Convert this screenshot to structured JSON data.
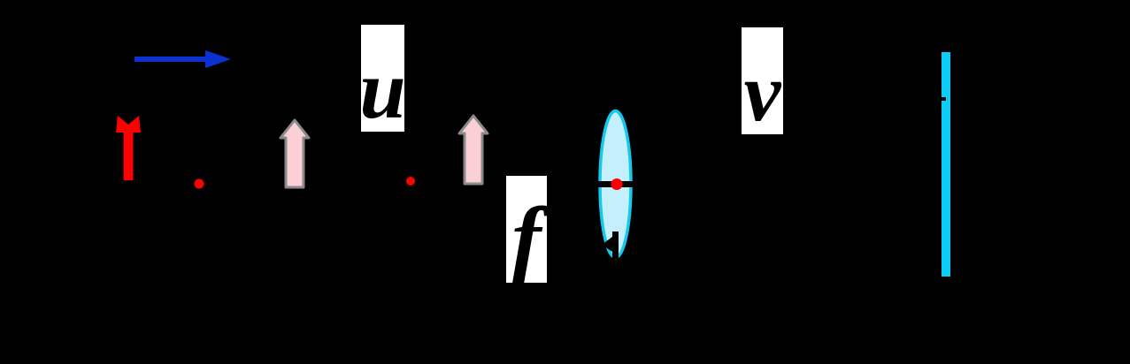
{
  "diagram": {
    "kind": "convex-lens-image-formation",
    "labels": {
      "u": "u",
      "f": "f",
      "v": "v"
    },
    "colors": {
      "background": "#000000",
      "object_arrow_red": "#FF0000",
      "motion_arrow_blue": "#0B32D0",
      "ghost_object_fill": "#FBD0D5",
      "ghost_object_outline": "#8A8A8A",
      "marker_dot_red": "#FF0000",
      "lens_fill": "#C5EFFB",
      "lens_outline": "#12C9EE",
      "screen_cyan": "#0CCDF5",
      "label_box_bg": "#FFFFFF",
      "label_text": "#000000"
    },
    "elements": [
      {
        "name": "motion-arrow-icon",
        "shape": "horizontal-right-arrow",
        "color": "#0B32D0"
      },
      {
        "name": "object-arrow-icon",
        "shape": "vertical-up-arrow-notched-head",
        "color": "#FF0000"
      },
      {
        "name": "ghost-object-arrow-1-icon",
        "shape": "vertical-up-arrow-outlined",
        "fill": "#FBD0D5",
        "outline": "#8A8A8A"
      },
      {
        "name": "ghost-object-arrow-2-icon",
        "shape": "vertical-up-arrow-outlined",
        "fill": "#FBD0D5",
        "outline": "#8A8A8A"
      },
      {
        "name": "axis-dot-1",
        "shape": "dot",
        "color": "#FF0000"
      },
      {
        "name": "axis-dot-2",
        "shape": "dot",
        "color": "#FF0000"
      },
      {
        "name": "convex-lens",
        "shape": "vertical-ellipse",
        "fill": "#C5EFFB",
        "outline": "#12C9EE"
      },
      {
        "name": "optical-axis-segment",
        "shape": "horizontal-bar",
        "color": "#000000"
      },
      {
        "name": "lens-center-dot",
        "shape": "dot",
        "color": "#FF0000"
      },
      {
        "name": "lens-bottom-marker",
        "shape": "vertical-bar-with-left-caret",
        "color": "#000000"
      },
      {
        "name": "screen-line",
        "shape": "vertical-bar",
        "color": "#0CCDF5"
      },
      {
        "name": "screen-tick",
        "shape": "small-dash",
        "color": "#000000"
      }
    ]
  }
}
